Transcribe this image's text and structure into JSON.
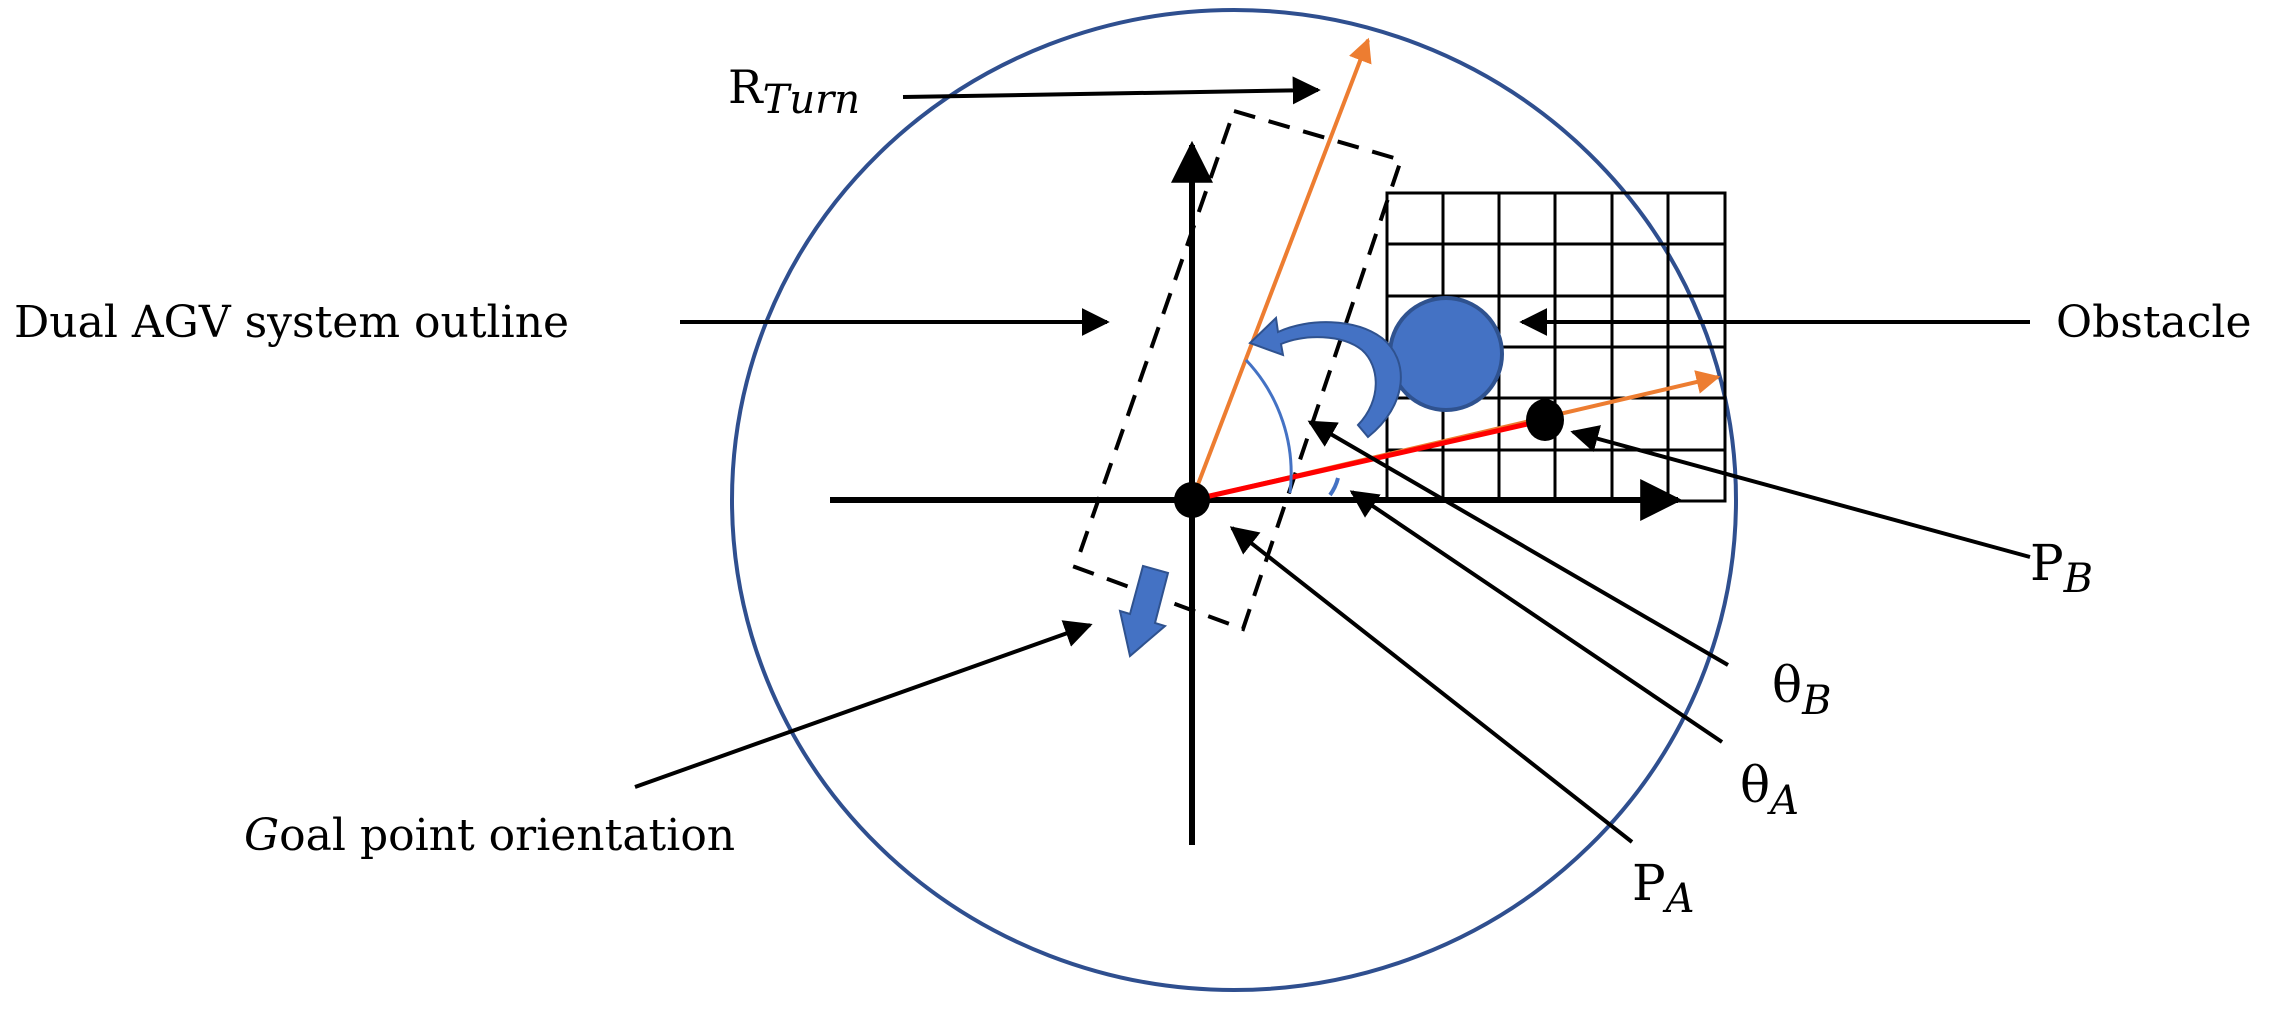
{
  "labels": {
    "r_turn": {
      "main": "R",
      "sub": "Turn"
    },
    "outline": "Dual AGV system outline",
    "goal_prefix": "G",
    "goal_rest": "oal point orientation",
    "obstacle": "Obstacle",
    "p_b": {
      "main": "P",
      "sub": "B"
    },
    "theta_b": {
      "main": "θ",
      "sub": "B"
    },
    "theta_a": {
      "main": "θ",
      "sub": "A"
    },
    "p_a": {
      "main": "P",
      "sub": "A"
    }
  },
  "colors": {
    "circle": "#2f4f8f",
    "orange_vector": "#ed7d31",
    "red_vector": "#ff0000",
    "obstacle_fill": "#4472c4",
    "obstacle_stroke": "#2f528f",
    "arc": "#4472c4",
    "ink": "#000000"
  },
  "icons": {
    "goal_orientation": "down-arrow-icon",
    "turn_direction": "curved-arrow-icon"
  }
}
